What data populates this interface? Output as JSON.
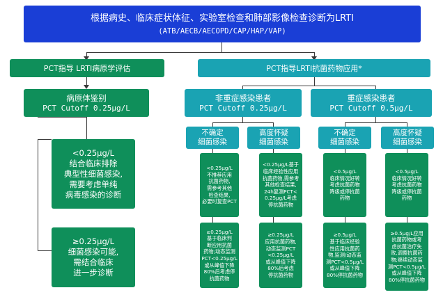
{
  "colors": {
    "top": "#1a3ed6",
    "green": "#0f8f5a",
    "teal": "#1aa3b3",
    "line": "#3a3a3a",
    "text": "#ffffff"
  },
  "top": {
    "line1": "根据病史、临床症状体征、实验室检查和肺部影像检查诊断为LRTI",
    "line2": "(ATB/AECB/AECOPD/CAP/HAP/VAP)"
  },
  "left": {
    "header": "PCT指导 LRTI病原学评估",
    "identify": {
      "title": "病原体鉴别",
      "cutoff": "PCT Cutoff 0.25μg/L"
    },
    "low": "<0.25μg/L\n结合临床排除\n典型性细菌感染,\n需要考虑单纯\n病毒感染的诊断",
    "high": "≥0.25μg/L\n细菌感染可能,\n需结合临床\n进一步诊断"
  },
  "right": {
    "header": "PCT指导LRTI抗菌药物应用*",
    "nonsevere": {
      "title": "非重症感染患者",
      "cutoff": "PCT Cutoff 0.25μg/L",
      "uncertain": {
        "label": "不确定\n细菌感染",
        "low": "<0.25μg/L\n不推荐应用\n抗菌药物,\n需参考其他\n检查结果,\n必要时复查PCT",
        "high": "≥0.25μg/L\n基于临床判\n断应用抗菌\n药物;动态监测\nPCT<0.25μg/L\n或从峰值下降\n80%后考虑停\n抗菌药物"
      },
      "suspected": {
        "label": "高度怀疑\n细菌感染",
        "low": "<0.25μg/L基于\n临床经验性应用\n抗菌药物,需参考\n其他检查结果,\n24h复测PCT<\n0.25μg/L考虑\n停抗菌药物",
        "high": "≥0.25μg/L\n应用抗菌药物,\n动态监测PCT\n<0.25μg/L\n或从峰值下降\n80%后考虑\n停抗菌药物"
      }
    },
    "severe": {
      "title": "重症感染患者",
      "cutoff": "PCT Cutoff 0.5μg/L",
      "uncertain": {
        "label": "不确定\n细菌感染",
        "low": "<0.5μg/L\n临床情况好转\n考虑抗菌药物\n降级或停抗菌\n药物",
        "high": "≥0.5μg/L\n基于临床经验\n性应用抗菌药\n物,监测/动态监\n测PCT<0.5μg/L\n或从峰值下降\n80%停抗菌药物"
      },
      "suspected": {
        "label": "高度怀疑\n细菌感染",
        "low": "<0.5μg/L\n临床情况好转\n考虑抗菌药物\n降级或停抗菌\n药物",
        "high": "≥0.5μg/L应用\n抗菌药物或考\n虑抗菌治疗失\n败,调整抗菌药\n物;继续动态监\n测PCT<0.5μg/L\n或从峰值下降\n80%停抗菌药物"
      }
    }
  }
}
